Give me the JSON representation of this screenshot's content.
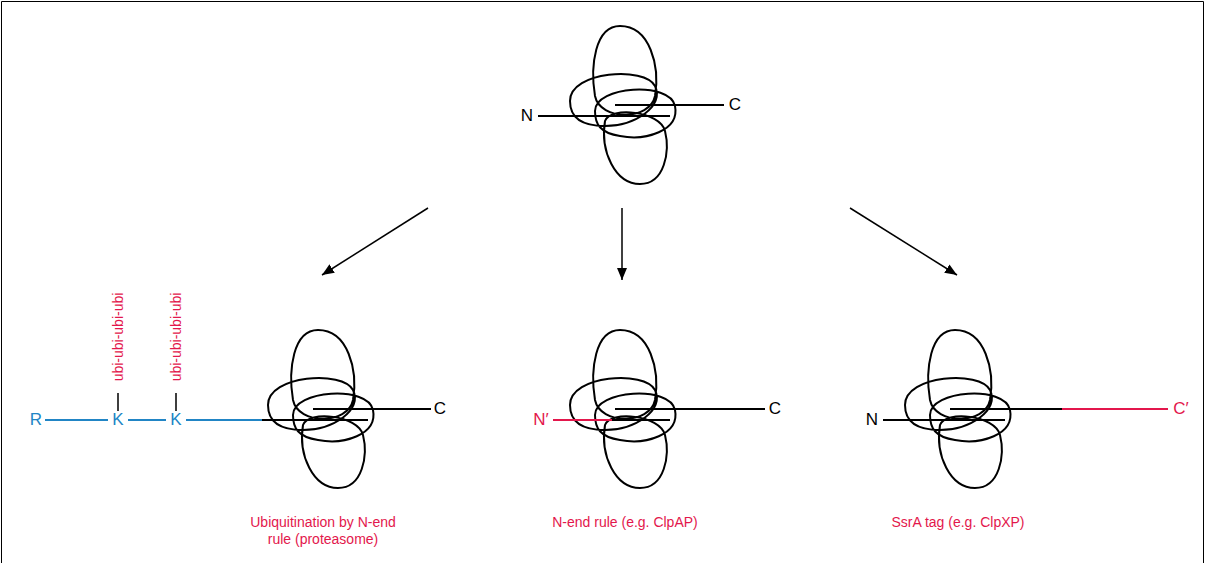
{
  "diagram": {
    "nodes": [
      {
        "text": [
          "N",
          "C"
        ]
      },
      {
        "text": [
          "R",
          "K",
          "K",
          "ubi-ubi-ubi-ubi",
          "ubi-ubi-ubi-ubi",
          "C",
          "Ubiquitination by N-end rule (proteasome)"
        ]
      },
      {
        "text": [
          "N′",
          "C",
          "N-end rule (e.g. ClpAP)"
        ]
      },
      {
        "text": [
          "N",
          "C′",
          "SsrA tag (e.g. ClpXP)"
        ]
      }
    ],
    "edges": [
      {
        "from": 0,
        "to": 1,
        "arrow": "to"
      },
      {
        "from": 0,
        "to": 2,
        "arrow": "to"
      },
      {
        "from": 0,
        "to": 3,
        "arrow": "to"
      }
    ]
  }
}
